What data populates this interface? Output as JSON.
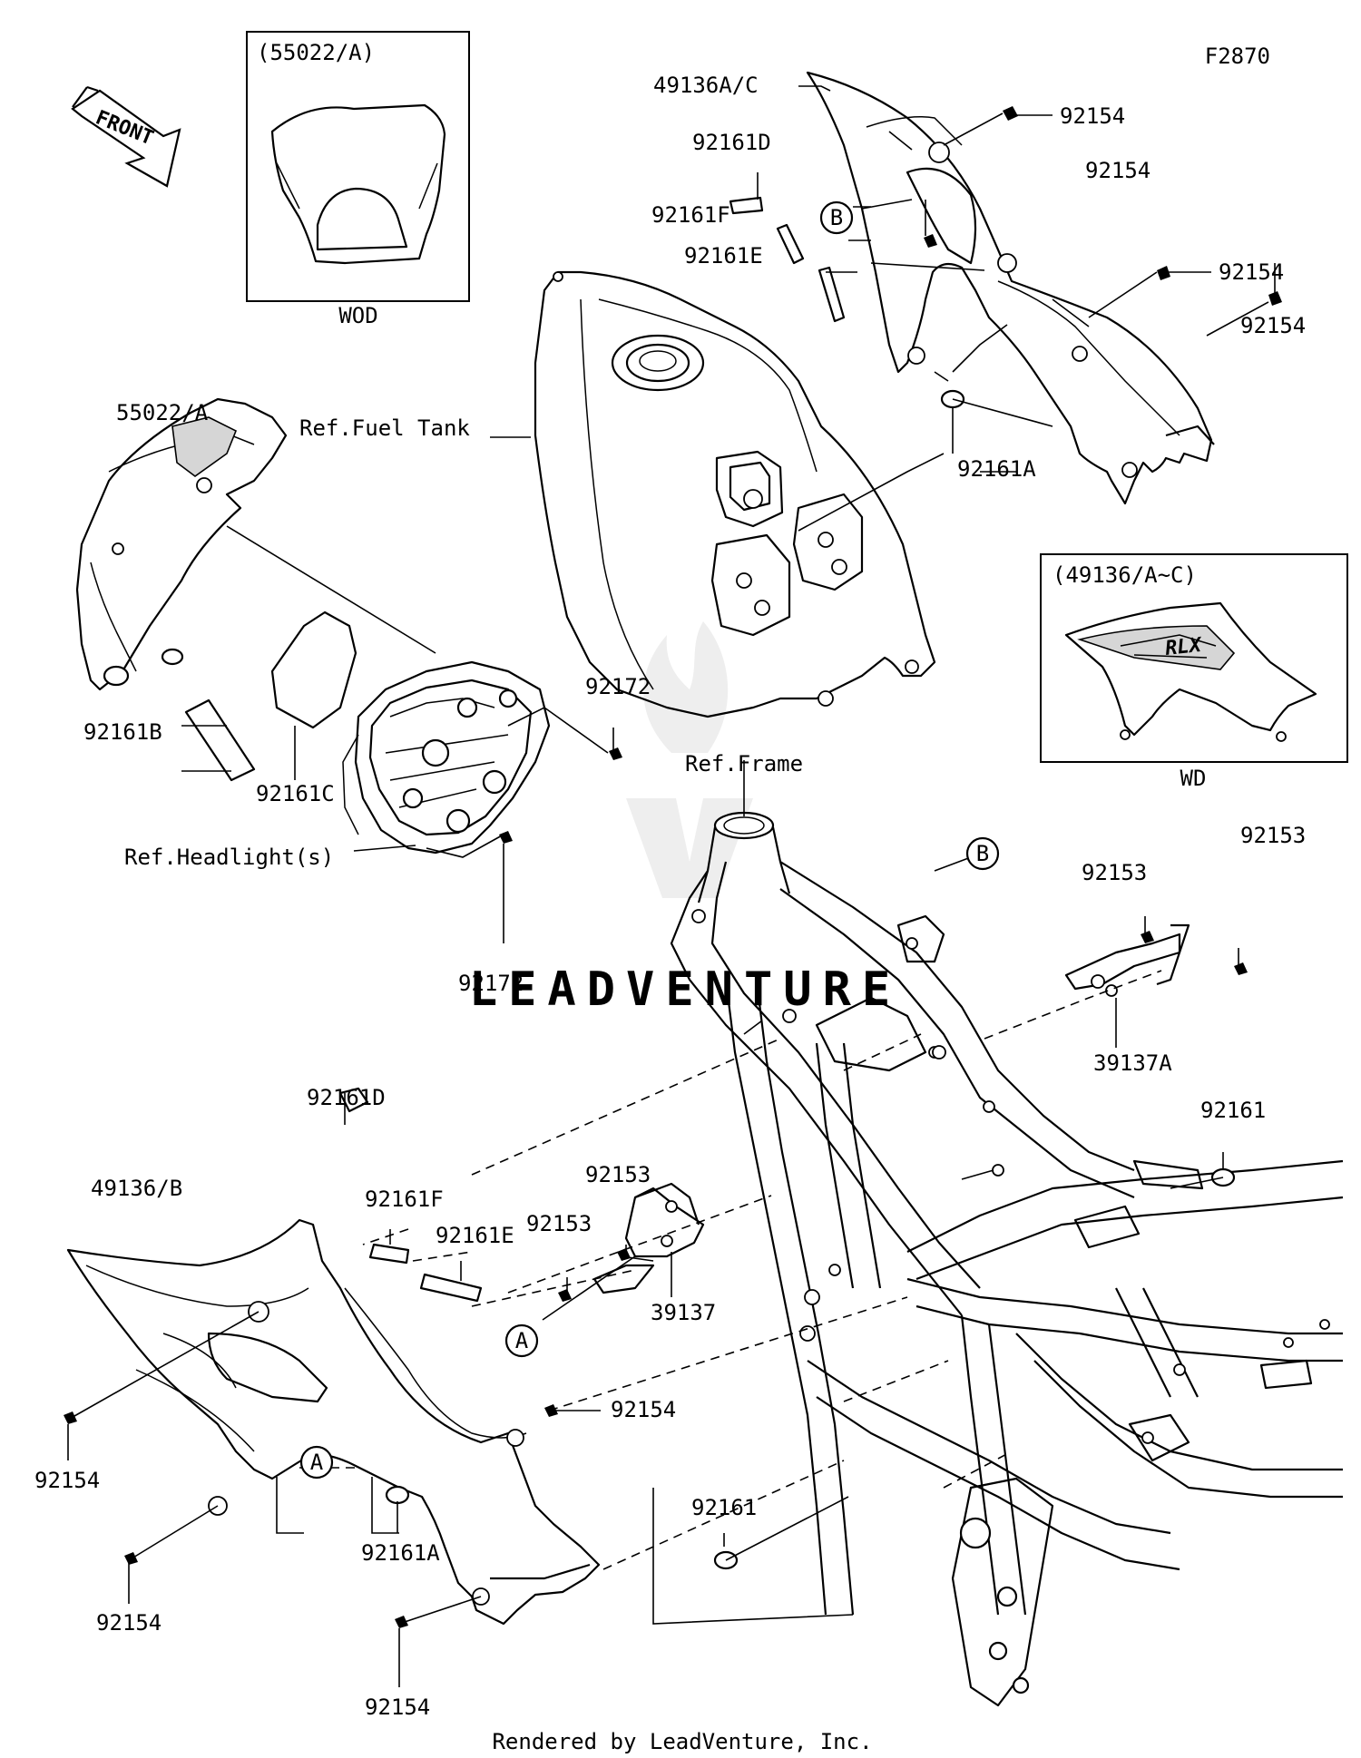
{
  "diagram_code": "F2870",
  "front_arrow_label": "FRONT",
  "watermark": "LEADVENTURE",
  "footer": "Rendered by LeadVenture, Inc.",
  "callout_letters": {
    "a": "A",
    "b": "B"
  },
  "insets": {
    "wod": {
      "caption": "(55022/A)",
      "variant": "WOD"
    },
    "wd": {
      "caption": "(49136/A~C)",
      "variant": "WD"
    }
  },
  "references": {
    "fuel_tank": "Ref.Fuel Tank",
    "headlight": "Ref.Headlight(s)",
    "frame": "Ref.Frame"
  },
  "part_numbers": {
    "shroud_right": "49136A/C",
    "shroud_left": "49136/B",
    "cowl": "55022/A",
    "bracket_right": "39137A",
    "bracket_left": "39137",
    "bolt_92154": "92154",
    "bolt_92153": "92153",
    "bolt_92172": "92172",
    "pad_92161": "92161",
    "pad_92161A": "92161A",
    "pad_92161B": "92161B",
    "pad_92161C": "92161C",
    "pad_92161D": "92161D",
    "pad_92161E": "92161E",
    "pad_92161F": "92161F"
  }
}
